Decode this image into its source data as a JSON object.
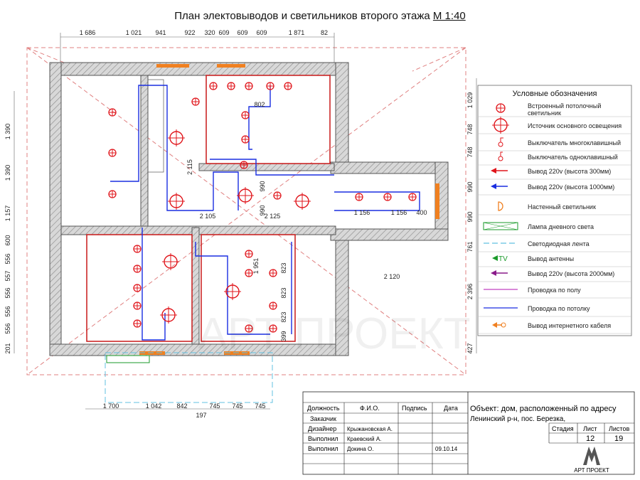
{
  "title": {
    "main": "План электовыводов и светильников второго этажа",
    "scale": "М 1:40"
  },
  "dims": {
    "top": [
      "1 686",
      "1 021",
      "941",
      "922",
      "320",
      "609",
      "609",
      "609",
      "1 871",
      "82"
    ],
    "left": [
      "1 390",
      "1 390",
      "1 157",
      "600",
      "556",
      "557",
      "556",
      "556",
      "556",
      "201"
    ],
    "right": [
      "1 029",
      "748",
      "748",
      "990",
      "990",
      "761",
      "2 396",
      "427"
    ],
    "bottom": [
      "1 700",
      "1 042",
      "842",
      "745",
      "745",
      "745"
    ],
    "bottom_extra": "197",
    "inner": [
      "802",
      "2 115",
      "990",
      "990",
      "2 105",
      "2 125",
      "1 156",
      "1 156",
      "400",
      "2 120",
      "1 951",
      "823",
      "823",
      "823",
      "399"
    ]
  },
  "legend": {
    "title": "Условные обозначения",
    "items": [
      {
        "label": "Встроенный потолочный светильник",
        "icon": "ceiling-light-icon"
      },
      {
        "label": "Источник основного освещения",
        "icon": "main-light-icon"
      },
      {
        "label": "Выключатель многоклавишный",
        "icon": "multi-switch-icon"
      },
      {
        "label": "Выключатель одноклавишный",
        "icon": "single-switch-icon"
      },
      {
        "label": "Вывод 220v (высота 300мм)",
        "icon": "outlet-300-icon"
      },
      {
        "label": "Вывод 220v (высота 1000мм)",
        "icon": "outlet-1000-icon"
      },
      {
        "label": "Настенный светильник",
        "icon": "wall-light-icon"
      },
      {
        "label": "Лампа дневного света",
        "icon": "fluorescent-lamp-icon"
      },
      {
        "label": "Светодиодная лента",
        "icon": "led-strip-icon"
      },
      {
        "label": "Вывод антенны",
        "icon": "antenna-outlet-icon"
      },
      {
        "label": "Вывод 220v (высота 2000мм)",
        "icon": "outlet-2000-icon"
      },
      {
        "label": "Проводка по полу",
        "icon": "floor-wiring-icon"
      },
      {
        "label": "Проводка по потолку",
        "icon": "ceiling-wiring-icon"
      },
      {
        "label": "Вывод интернетного кабеля",
        "icon": "internet-outlet-icon"
      }
    ],
    "tv_mark": "TV"
  },
  "stamp": {
    "headers": [
      "Должность",
      "Ф.И.О.",
      "Подпись",
      "Дата"
    ],
    "rows": [
      [
        "Заказчик",
        "",
        "",
        ""
      ],
      [
        "Дизайнер",
        "Крыжановская А.",
        "",
        ""
      ],
      [
        "Выполнил",
        "Краевский А.",
        "",
        ""
      ],
      [
        "Выполнил",
        "Докина О.",
        "",
        "09.10.14"
      ]
    ],
    "object_line1": "Объект: дом, расположенный по адресу",
    "object_line2": "Ленинский р-н, пос. Березка,",
    "stage_label": "Стадия",
    "sheet_label": "Лист",
    "sheets_label": "Листов",
    "sheet": "12",
    "sheets": "19",
    "company": "АРТ ПРОЕКТ"
  },
  "watermark": "АРТ ПРОЕКТ",
  "colors": {
    "wall": "#777777",
    "light": "#e0151b",
    "ceiling_wire": "#1a2ee0",
    "floor_wire": "#c040c0",
    "orange": "#f08020",
    "green": "#1a9a2a",
    "led": "#60c0e0",
    "roof": "#e08080"
  }
}
